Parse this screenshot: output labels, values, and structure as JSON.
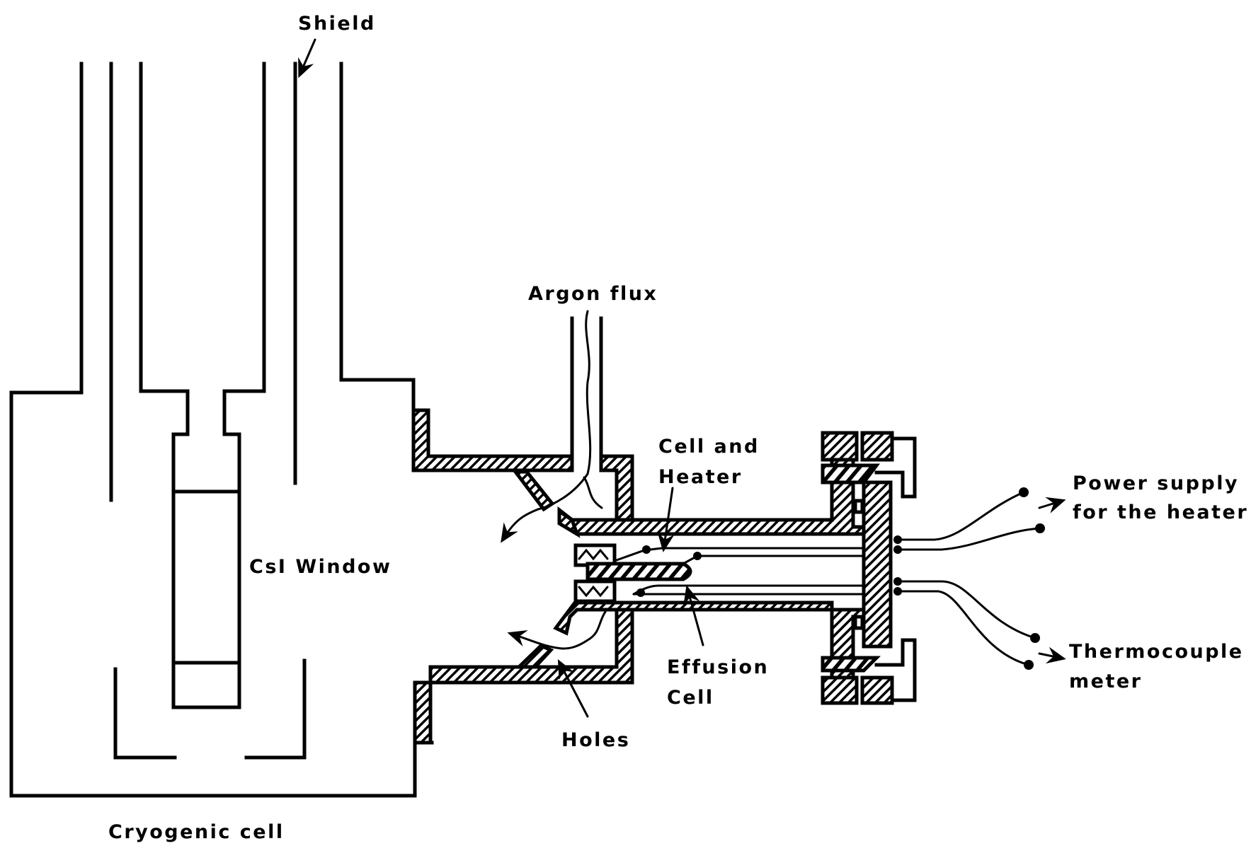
{
  "figure": {
    "type": "schematic",
    "labels": {
      "shield": "Shield",
      "csi_window": "CsI Window",
      "cryogenic_cell": "Cryogenic cell",
      "argon_flux": "Argon flux",
      "cell_and_heater_line1": "Cell and",
      "cell_and_heater_line2": "Heater",
      "effusion_cell_line1": "Effusion",
      "effusion_cell_line2": "Cell",
      "holes": "Holes",
      "power_supply_line1": "Power supply",
      "power_supply_line2": "for the heater",
      "thermocouple_line1": "Thermocouple",
      "thermocouple_line2": "meter"
    },
    "colors": {
      "ink": "#000000",
      "background": "#ffffff"
    }
  }
}
